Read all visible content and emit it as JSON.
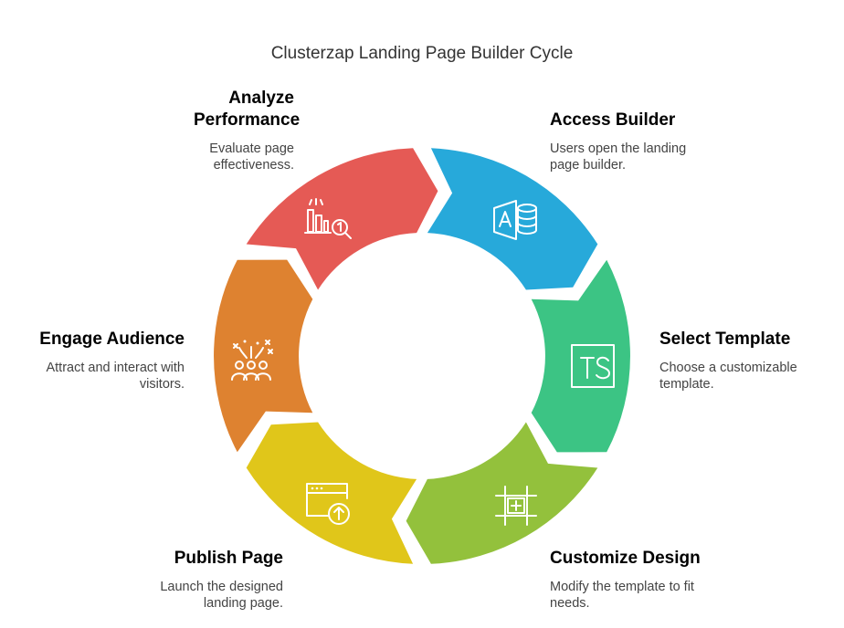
{
  "title": "Clusterzap Landing Page Builder Cycle",
  "steps": [
    {
      "title": "Access Builder",
      "desc": "Users open the landing page builder.",
      "color": "#27A9DA",
      "icon": "builder-database-icon"
    },
    {
      "title": "Select Template",
      "desc": "Choose a customizable template.",
      "color": "#3CC484",
      "icon": "template-ts-icon"
    },
    {
      "title": "Customize Design",
      "desc": "Modify the template to fit needs.",
      "color": "#93C13C",
      "icon": "design-frame-plus-icon"
    },
    {
      "title": "Publish Page",
      "desc": "Launch the designed landing page.",
      "color": "#E0C61A",
      "icon": "browser-upload-icon"
    },
    {
      "title": "Engage Audience",
      "desc": "Attract and interact with visitors.",
      "color": "#DE8230",
      "icon": "audience-people-icon"
    },
    {
      "title": "Analyze Performance",
      "desc": "Evaluate page effectiveness.",
      "color": "#E55A55",
      "icon": "chart-magnifier-icon"
    }
  ]
}
